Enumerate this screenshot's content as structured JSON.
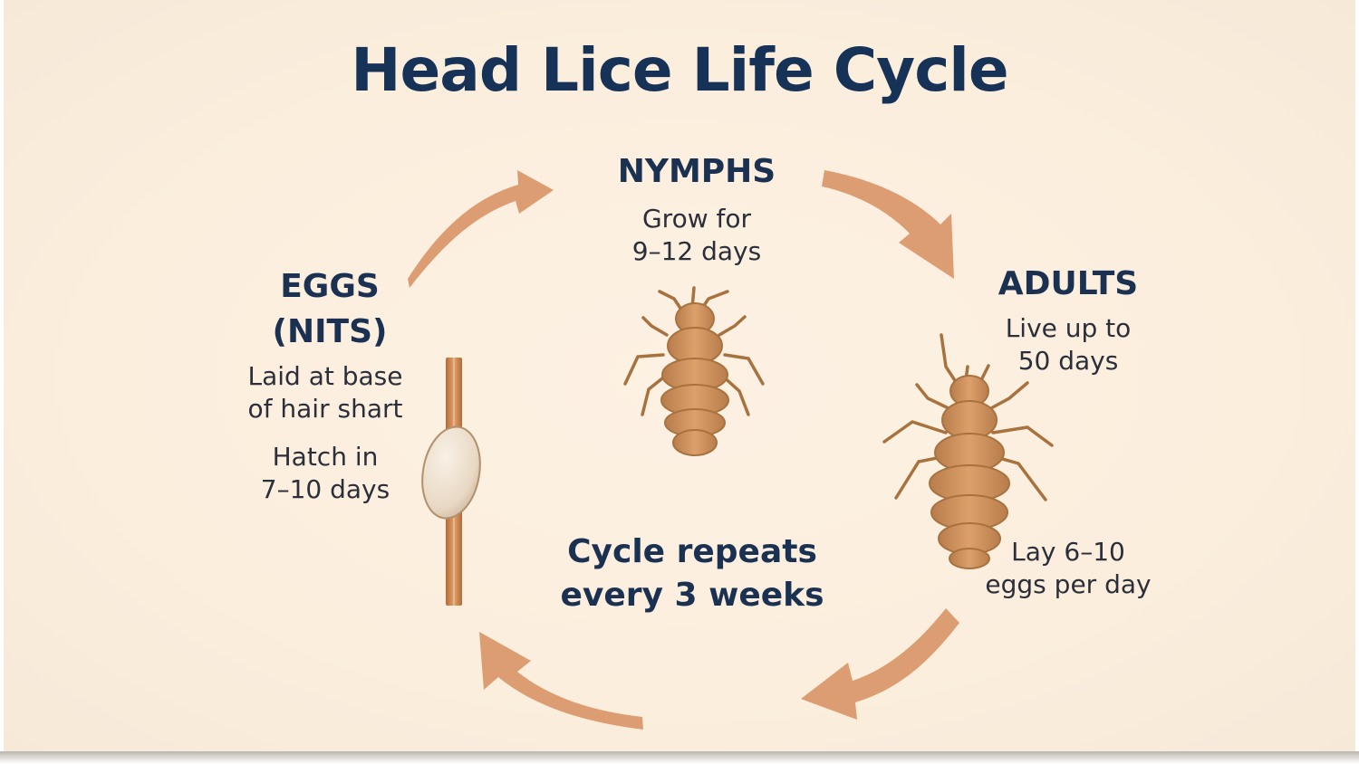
{
  "title": "Head Lice Life Cycle",
  "stages": {
    "nymphs": {
      "title": "NYMPHS",
      "text": [
        "Grow for",
        "9–12 days"
      ]
    },
    "adults": {
      "title": "ADULTS",
      "text": [
        "Live up to",
        "50 days"
      ],
      "eggs_text": [
        "Lay 6–10",
        "eggs per day"
      ]
    },
    "eggs": {
      "title": [
        "EGGS",
        "(NITS)"
      ],
      "text_laid": [
        "Laid at base",
        "of hair shart"
      ],
      "text_hatch": [
        "Hatch in",
        "7–10 days"
      ]
    }
  },
  "center": [
    "Cycle repeats",
    "every 3 weeks"
  ],
  "icons": [
    "cycle-arrow",
    "hair-shaft",
    "nit-egg",
    "nymph-louse",
    "adult-louse"
  ],
  "colors": {
    "background": "#fbeedd",
    "title": "#163257",
    "arrow": "#dd9d72",
    "louse": "#cf955f",
    "egg": "#ede2d3",
    "hair": "#c9804a"
  }
}
